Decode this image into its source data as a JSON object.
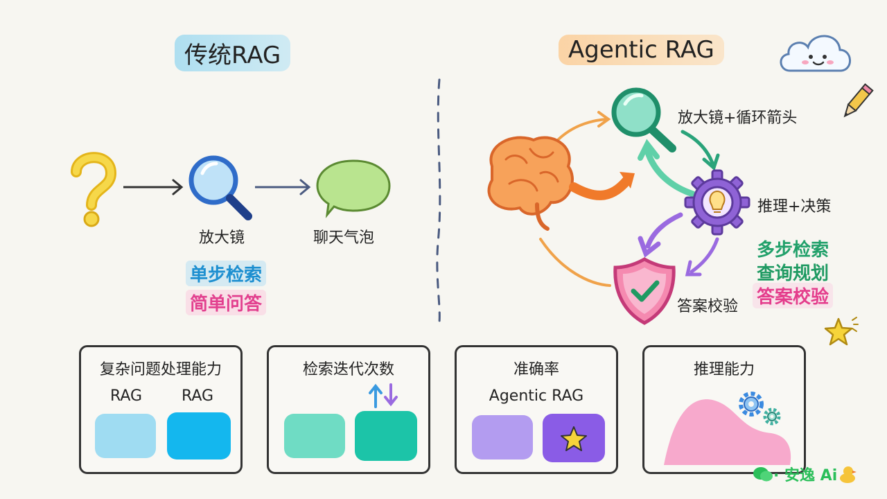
{
  "left": {
    "title": "传统RAG",
    "magnifier_label": "放大镜",
    "bubble_label": "聊天气泡",
    "tags": [
      "单步检索",
      "简单问答"
    ]
  },
  "right": {
    "title": "Agentic RAG",
    "retrieve_label": "放大镜+循环箭头",
    "reason_label": "推理+决策",
    "verify_label": "答案校验",
    "tags": [
      "多步检索",
      "查询规划",
      "答案校验"
    ]
  },
  "panels": [
    {
      "title": "复杂问题处理能力",
      "sub_left": "RAG",
      "sub_right": "RAG",
      "colors": [
        "#9fdcf2",
        "#14b7ee"
      ]
    },
    {
      "title": "检索迭代次数",
      "colors": [
        "#6fdcc4",
        "#1cc4a8"
      ]
    },
    {
      "title": "准确率",
      "sub": "Agentic RAG",
      "colors": [
        "#b39cf0",
        "#8a5ce6"
      ]
    },
    {
      "title": "推理能力",
      "colors": [
        "#f6a0c8"
      ]
    }
  ],
  "icons": {
    "question": "question-mark-icon",
    "magnifier": "magnifier-icon",
    "bubble": "chat-bubble-icon",
    "brain": "brain-icon",
    "gear": "gear-lightbulb-icon",
    "shield": "shield-check-icon"
  },
  "watermark": "· 安逸 Ai"
}
